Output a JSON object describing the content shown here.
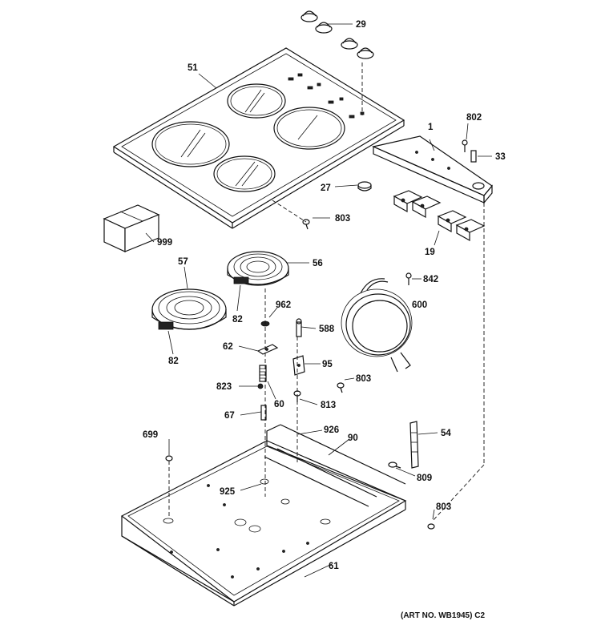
{
  "diagram": {
    "art_number": "(ART NO. WB1945) C2",
    "callouts": [
      {
        "id": "29",
        "text": "29"
      },
      {
        "id": "51",
        "text": "51"
      },
      {
        "id": "1",
        "text": "1"
      },
      {
        "id": "802",
        "text": "802"
      },
      {
        "id": "33",
        "text": "33"
      },
      {
        "id": "27",
        "text": "27"
      },
      {
        "id": "803a",
        "text": "803"
      },
      {
        "id": "999",
        "text": "999"
      },
      {
        "id": "19",
        "text": "19"
      },
      {
        "id": "57",
        "text": "57"
      },
      {
        "id": "56",
        "text": "56"
      },
      {
        "id": "842",
        "text": "842"
      },
      {
        "id": "82a",
        "text": "82"
      },
      {
        "id": "82b",
        "text": "82"
      },
      {
        "id": "962",
        "text": "962"
      },
      {
        "id": "600",
        "text": "600"
      },
      {
        "id": "588",
        "text": "588"
      },
      {
        "id": "62",
        "text": "62"
      },
      {
        "id": "95",
        "text": "95"
      },
      {
        "id": "803b",
        "text": "803"
      },
      {
        "id": "823",
        "text": "823"
      },
      {
        "id": "60",
        "text": "60"
      },
      {
        "id": "813",
        "text": "813"
      },
      {
        "id": "67",
        "text": "67"
      },
      {
        "id": "699",
        "text": "699"
      },
      {
        "id": "926",
        "text": "926"
      },
      {
        "id": "90",
        "text": "90"
      },
      {
        "id": "54",
        "text": "54"
      },
      {
        "id": "809",
        "text": "809"
      },
      {
        "id": "925",
        "text": "925"
      },
      {
        "id": "803c",
        "text": "803"
      },
      {
        "id": "61",
        "text": "61"
      }
    ]
  }
}
